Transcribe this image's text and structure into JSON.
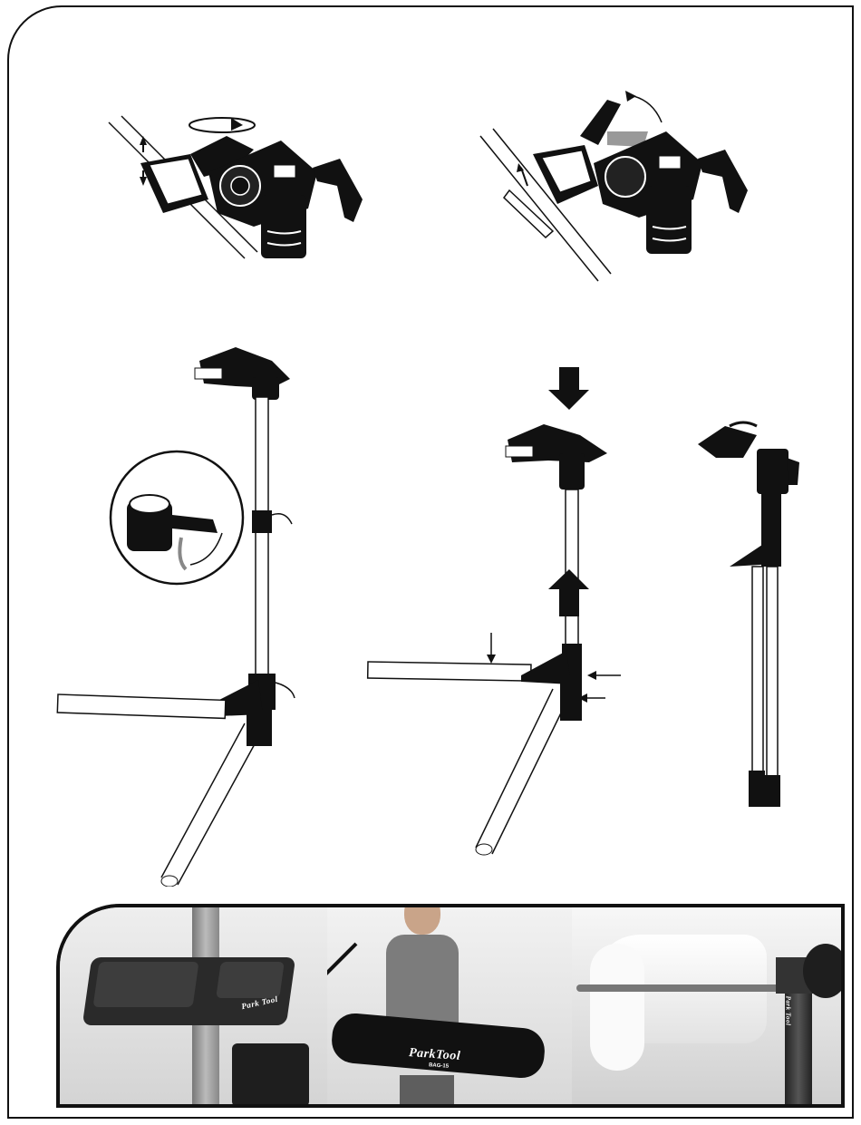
{
  "bag_brand": "ParkTool",
  "bag_model": "BAG-15",
  "tray_brand": "Park Tool",
  "clamp_brand": "Park Tool"
}
